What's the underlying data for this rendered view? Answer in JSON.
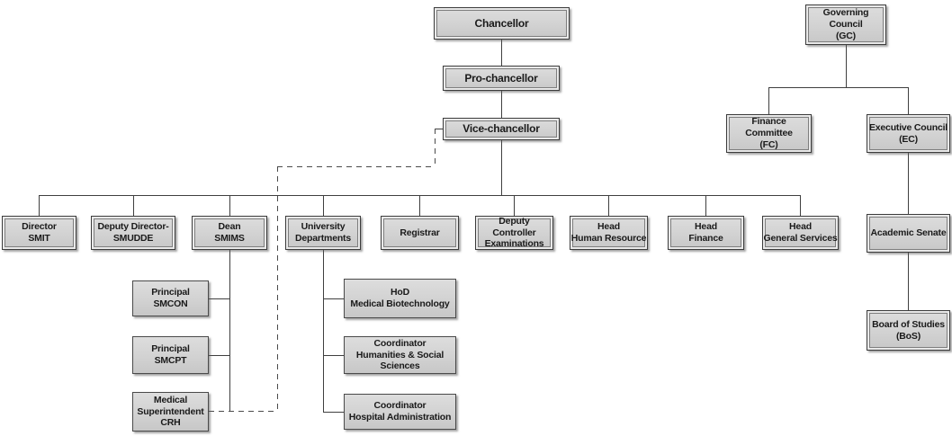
{
  "diagram_type": "organizational-chart",
  "colors": {
    "background": "#ffffff",
    "box_fill_top": "#dddddd",
    "box_fill_bottom": "#c7c7c7",
    "box_border": "#3c3c3c",
    "connector_line": "#3f3f3f",
    "text": "#1a1a1a"
  },
  "nodes": [
    {
      "id": "chancellor",
      "lines": [
        "Chancellor"
      ],
      "frame": "double",
      "size": "lg"
    },
    {
      "id": "pro_chancellor",
      "lines": [
        "Pro-chancellor"
      ],
      "frame": "double",
      "size": "lg"
    },
    {
      "id": "vice_chancellor",
      "lines": [
        "Vice-chancellor"
      ],
      "frame": "double",
      "size": "lg"
    },
    {
      "id": "governing_council",
      "lines": [
        "Governing Council",
        "(GC)"
      ],
      "frame": "double",
      "size": "md"
    },
    {
      "id": "finance_committee",
      "lines": [
        "Finance Committee",
        "(FC)"
      ],
      "frame": "double",
      "size": "md"
    },
    {
      "id": "executive_council",
      "lines": [
        "Executive Council",
        "(EC)"
      ],
      "frame": "double",
      "size": "md"
    },
    {
      "id": "academic_senate",
      "lines": [
        "Academic Senate"
      ],
      "frame": "double",
      "size": "md"
    },
    {
      "id": "board_of_studies",
      "lines": [
        "Board of Studies",
        "(BoS)"
      ],
      "frame": "double",
      "size": "md"
    },
    {
      "id": "director_smit",
      "lines": [
        "Director",
        "SMIT"
      ],
      "frame": "double",
      "size": "md"
    },
    {
      "id": "deputy_director_smudde",
      "lines": [
        "Deputy Director-",
        "SMUDDE"
      ],
      "frame": "double",
      "size": "md"
    },
    {
      "id": "dean_smims",
      "lines": [
        "Dean",
        "SMIMS"
      ],
      "frame": "double",
      "size": "md"
    },
    {
      "id": "university_departments",
      "lines": [
        "University",
        "Departments"
      ],
      "frame": "double",
      "size": "md"
    },
    {
      "id": "registrar",
      "lines": [
        "Registrar"
      ],
      "frame": "double",
      "size": "md"
    },
    {
      "id": "deputy_controller_examinations",
      "lines": [
        "Deputy Controller",
        "Examinations"
      ],
      "frame": "double",
      "size": "md"
    },
    {
      "id": "head_human_resource",
      "lines": [
        "Head",
        "Human Resource"
      ],
      "frame": "double",
      "size": "md"
    },
    {
      "id": "head_finance",
      "lines": [
        "Head",
        "Finance"
      ],
      "frame": "double",
      "size": "md"
    },
    {
      "id": "head_general_services",
      "lines": [
        "Head",
        "General Services"
      ],
      "frame": "double",
      "size": "md"
    },
    {
      "id": "principal_smcon",
      "lines": [
        "Principal",
        "SMCON"
      ],
      "frame": "single",
      "size": "md"
    },
    {
      "id": "principal_smcpt",
      "lines": [
        "Principal",
        "SMCPT"
      ],
      "frame": "single",
      "size": "md"
    },
    {
      "id": "medical_superintendent_crh",
      "lines": [
        "Medical",
        "Superintendent",
        "CRH"
      ],
      "frame": "single",
      "size": "md"
    },
    {
      "id": "hod_medical_biotechnology",
      "lines": [
        "HoD",
        "Medical Biotechnology"
      ],
      "frame": "single",
      "size": "md"
    },
    {
      "id": "coordinator_humanities_social_sciences",
      "lines": [
        "Coordinator",
        "Humanities & Social",
        "Sciences"
      ],
      "frame": "single",
      "size": "md"
    },
    {
      "id": "coordinator_hospital_administration",
      "lines": [
        "Coordinator",
        "Hospital Administration"
      ],
      "frame": "single",
      "size": "md"
    }
  ],
  "edges": [
    {
      "from": "chancellor",
      "to": "pro_chancellor",
      "style": "solid"
    },
    {
      "from": "pro_chancellor",
      "to": "vice_chancellor",
      "style": "solid"
    },
    {
      "from": "vice_chancellor",
      "to": "director_smit",
      "style": "solid"
    },
    {
      "from": "vice_chancellor",
      "to": "deputy_director_smudde",
      "style": "solid"
    },
    {
      "from": "vice_chancellor",
      "to": "dean_smims",
      "style": "solid"
    },
    {
      "from": "vice_chancellor",
      "to": "university_departments",
      "style": "solid"
    },
    {
      "from": "vice_chancellor",
      "to": "registrar",
      "style": "solid"
    },
    {
      "from": "vice_chancellor",
      "to": "deputy_controller_examinations",
      "style": "solid"
    },
    {
      "from": "vice_chancellor",
      "to": "head_human_resource",
      "style": "solid"
    },
    {
      "from": "vice_chancellor",
      "to": "head_finance",
      "style": "solid"
    },
    {
      "from": "vice_chancellor",
      "to": "head_general_services",
      "style": "solid"
    },
    {
      "from": "dean_smims",
      "to": "principal_smcon",
      "style": "solid"
    },
    {
      "from": "dean_smims",
      "to": "principal_smcpt",
      "style": "solid"
    },
    {
      "from": "dean_smims",
      "to": "medical_superintendent_crh",
      "style": "solid"
    },
    {
      "from": "university_departments",
      "to": "hod_medical_biotechnology",
      "style": "solid"
    },
    {
      "from": "university_departments",
      "to": "coordinator_humanities_social_sciences",
      "style": "solid"
    },
    {
      "from": "university_departments",
      "to": "coordinator_hospital_administration",
      "style": "solid"
    },
    {
      "from": "governing_council",
      "to": "finance_committee",
      "style": "solid"
    },
    {
      "from": "governing_council",
      "to": "executive_council",
      "style": "solid"
    },
    {
      "from": "executive_council",
      "to": "academic_senate",
      "style": "solid"
    },
    {
      "from": "academic_senate",
      "to": "board_of_studies",
      "style": "solid"
    },
    {
      "from": "vice_chancellor",
      "to": "medical_superintendent_crh",
      "style": "dashed"
    }
  ]
}
